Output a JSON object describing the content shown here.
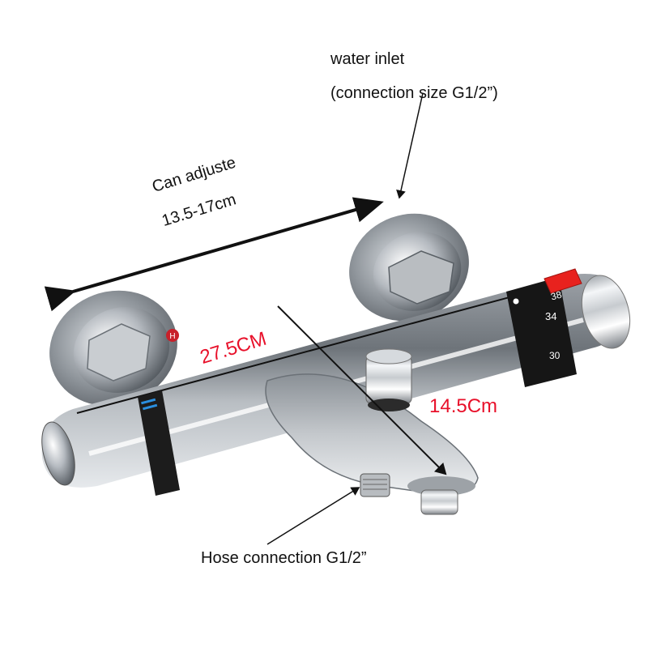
{
  "annotations": {
    "water_inlet": {
      "title": "water inlet",
      "size": "(connection size G1/2”)"
    },
    "adjustable_spacing": {
      "label": "Can adjuste",
      "range": "13.5-17cm"
    },
    "total_length": "27.5CM",
    "depth": "14.5Cm",
    "hose_connection": "Hose connection G1/2”"
  },
  "product": {
    "type": "thermostatic bath shower mixer",
    "hot_marker": "H",
    "temperature_dial": [
      "38",
      "34",
      "30"
    ],
    "finish": "chrome"
  },
  "colors": {
    "annotation_red": "#e8102a",
    "arrow_black": "#111111",
    "stop_button_red": "#e8221e",
    "cold_marker_blue": "#2a8fe0",
    "chrome_light": "#eef0f2",
    "chrome_dark": "#6d7278"
  }
}
